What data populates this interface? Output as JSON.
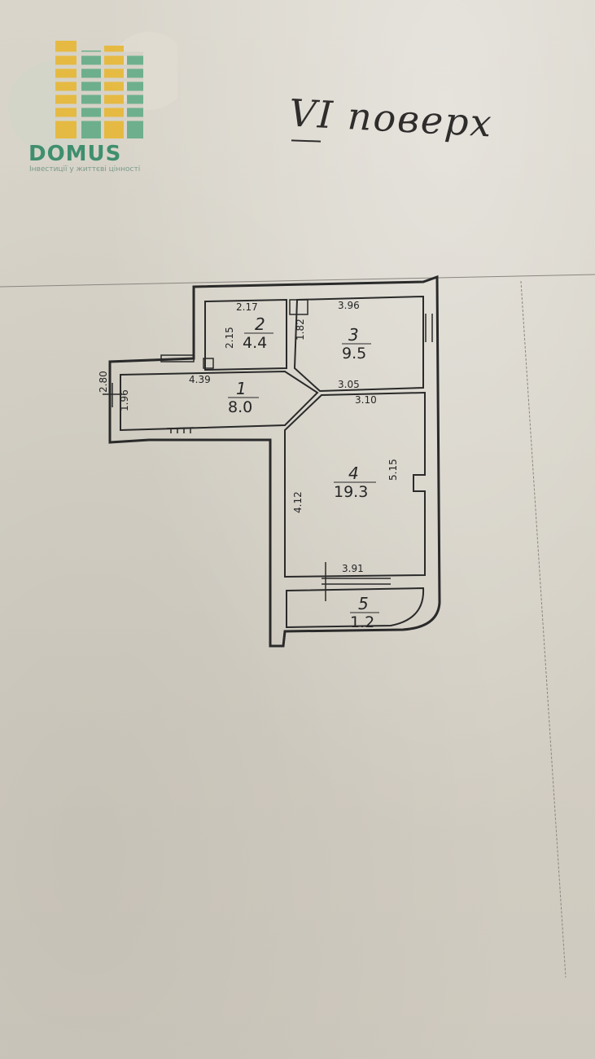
{
  "logo": {
    "name": "DOMUS",
    "tagline": "Інвестиції у життєві цінності",
    "colors": {
      "green": "#3f8f6e",
      "yellow": "#e8b52a",
      "teal": "#5aa882"
    }
  },
  "floor_label": "VI поверх",
  "rooms": [
    {
      "number": "1",
      "area": "8.0"
    },
    {
      "number": "2",
      "area": "4.4"
    },
    {
      "number": "3",
      "area": "9.5"
    },
    {
      "number": "4",
      "area": "19.3"
    },
    {
      "number": "5",
      "area": "1.2"
    }
  ],
  "dimensions": {
    "d_2_17": "2.17",
    "d_3_96": "3.96",
    "d_2_15": "2.15",
    "d_1_82": "1.82",
    "d_4_39": "4.39",
    "d_2_80": "2.80",
    "d_1_96": "1.96",
    "d_3_05": "3.05",
    "d_3_10": "3.10",
    "d_5_15": "5.15",
    "d_4_12": "4.12",
    "d_3_91": "3.91"
  }
}
